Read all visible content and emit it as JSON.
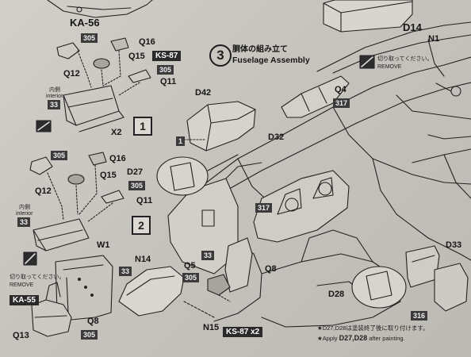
{
  "top": {
    "ka56": "KA-56",
    "d14": "D14",
    "n1": "N1"
  },
  "step3": {
    "number": "3",
    "title_jp": "胴体の組み立て",
    "title_en": "Fuselage Assembly"
  },
  "remove_right": {
    "jp": "切り取ってください。",
    "en": "REMOVE"
  },
  "remove_left": {
    "jp": "切り取ってください。",
    "en": "REMOVE"
  },
  "assembly1": {
    "q16": "Q16",
    "q15": "Q15",
    "q12": "Q12",
    "q11": "Q11",
    "code_305a": "305",
    "code_305b": "305",
    "ks87": "KS-87",
    "interior_jp": "内側",
    "interior_en": "interior",
    "code_33": "33",
    "x2": "X2",
    "boxnum": "1"
  },
  "assembly2": {
    "q16": "Q16",
    "q15": "Q15",
    "q12": "Q12",
    "q11": "Q11",
    "d27": "D27",
    "code_305a": "305",
    "code_305b": "305",
    "interior_jp": "内側",
    "interior_en": "interior",
    "code_33": "33",
    "w1": "W1",
    "boxnum": "2"
  },
  "center": {
    "d42": "D42",
    "d32": "D32",
    "q4": "Q4",
    "code_317a": "317",
    "code_317b": "317",
    "step_box": "1",
    "n14": "N14",
    "q5": "Q5",
    "code_305": "305",
    "code_33a": "33",
    "code_33b": "33",
    "q8": "Q8",
    "n15": "N15",
    "ks87x2": "KS-87 x2",
    "d28": "D28",
    "d33": "D33",
    "code_316": "316"
  },
  "bottom_left": {
    "ka55": "KA-55",
    "q13": "Q13",
    "q8": "Q8",
    "code_305": "305"
  },
  "notes": {
    "jp": "★D27,D28は塗装終了後に取り付けます。",
    "en_prefix": "★Apply",
    "en_parts": "D27,D28",
    "en_suffix": "after painting."
  }
}
